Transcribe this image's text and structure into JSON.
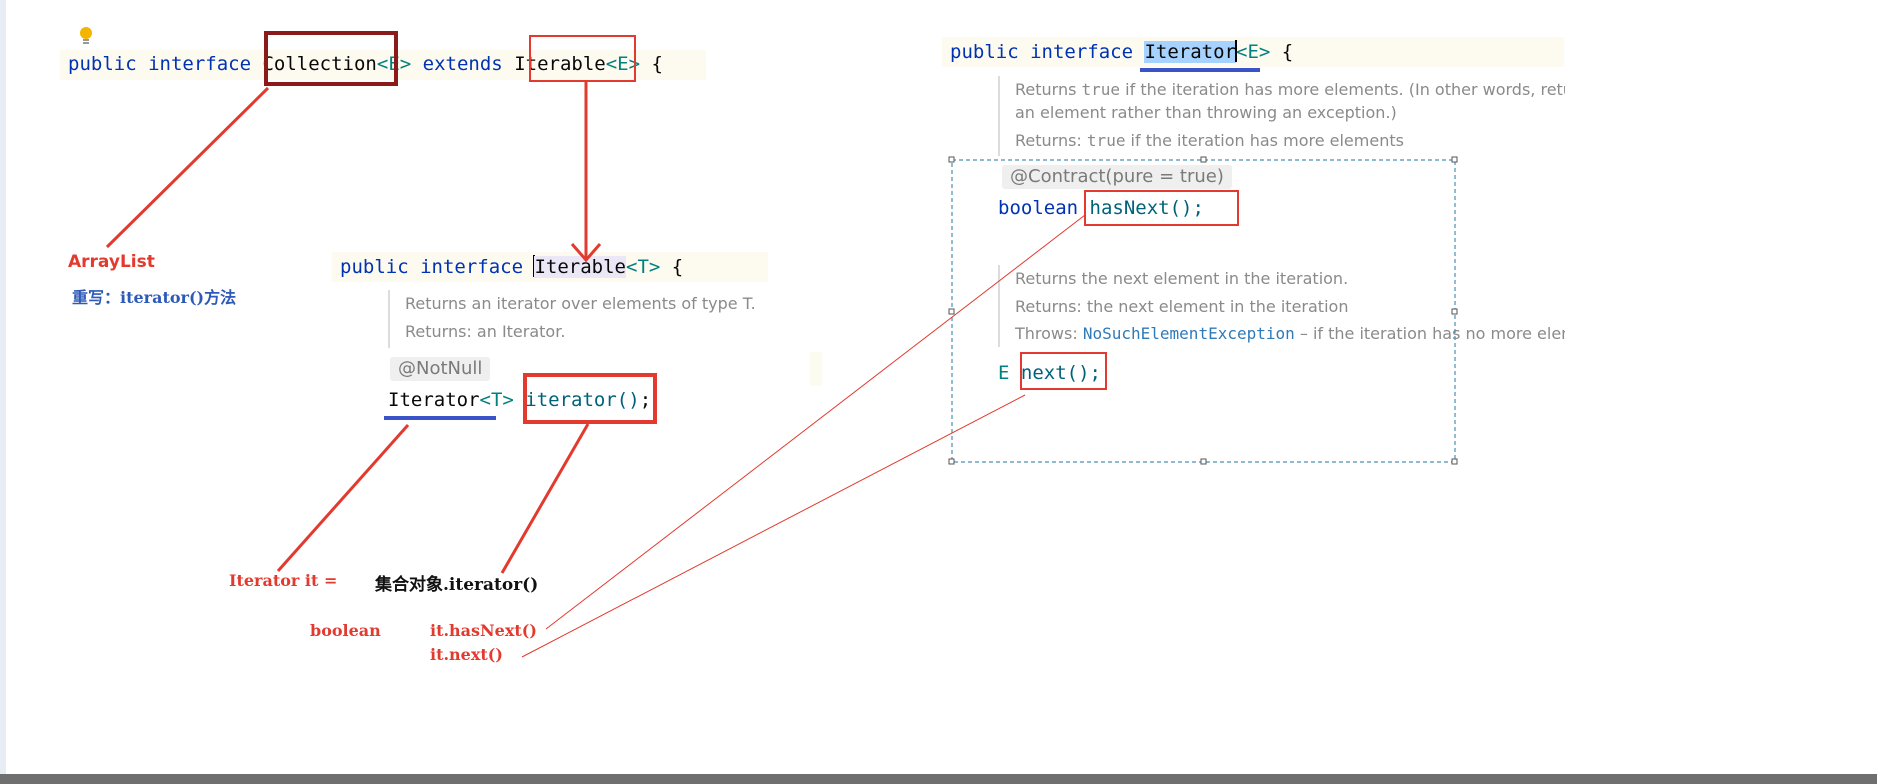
{
  "collection_decl": {
    "kw": "public interface",
    "name": "Collection",
    "generic": "<E>",
    "extends": "extends",
    "parent": "Iterable",
    "parent_generic": "<E>",
    "brace": "{"
  },
  "iterable_decl": {
    "kw": "public interface",
    "name": "Iterable",
    "generic": "<T>",
    "brace": "{",
    "doc_line_1": "Returns an iterator over elements of type T.",
    "doc_line_2": "Returns: an Iterator.",
    "annotation": "@NotNull",
    "return_type": "Iterator",
    "return_generic": "<T>",
    "method": "iterator()",
    "semicolon": ";"
  },
  "iterator_decl": {
    "kw": "public interface",
    "name": "Iterator",
    "generic": "<E>",
    "brace": "{",
    "hasnext_doc_1_pre": "Returns",
    "hasnext_doc_1_code": "true",
    "hasnext_doc_1_post": "if the iteration has more elements. (In other words, returns true if next would return",
    "hasnext_doc_2": "an element rather than throwing an exception.)",
    "hasnext_doc_3_pre": "Returns:",
    "hasnext_doc_3_code": "true",
    "hasnext_doc_3_post": "if the iteration has more elements",
    "annotation": "@Contract(pure = true)",
    "hasnext_type": "boolean",
    "hasnext_method": "hasNext();",
    "next_doc_1": "Returns the next element in the iteration.",
    "next_doc_2": "Returns: the next element in the iteration",
    "next_doc_3_pre": "Throws:",
    "next_doc_3_link": "NoSuchElementException",
    "next_doc_3_post": "– if the iteration has no more elements",
    "next_type": "E",
    "next_method": "next();"
  },
  "notes": {
    "arraylist": "ArrayList",
    "override": "重写：iterator()方法",
    "iterator_it": "Iterator it =",
    "collection_obj": "集合对象.iterator()",
    "boolean": "boolean",
    "it_hasnext": "it.hasNext()",
    "it_next": "it.next()"
  },
  "colors": {
    "keyword": "#0033b3",
    "type_param": "#008080",
    "method": "#00627a",
    "annotation_red": "#e23a2e",
    "dark_red_box": "#8b1a1a",
    "underline_blue": "#3a53c8",
    "selection": "#a6d2ff"
  }
}
